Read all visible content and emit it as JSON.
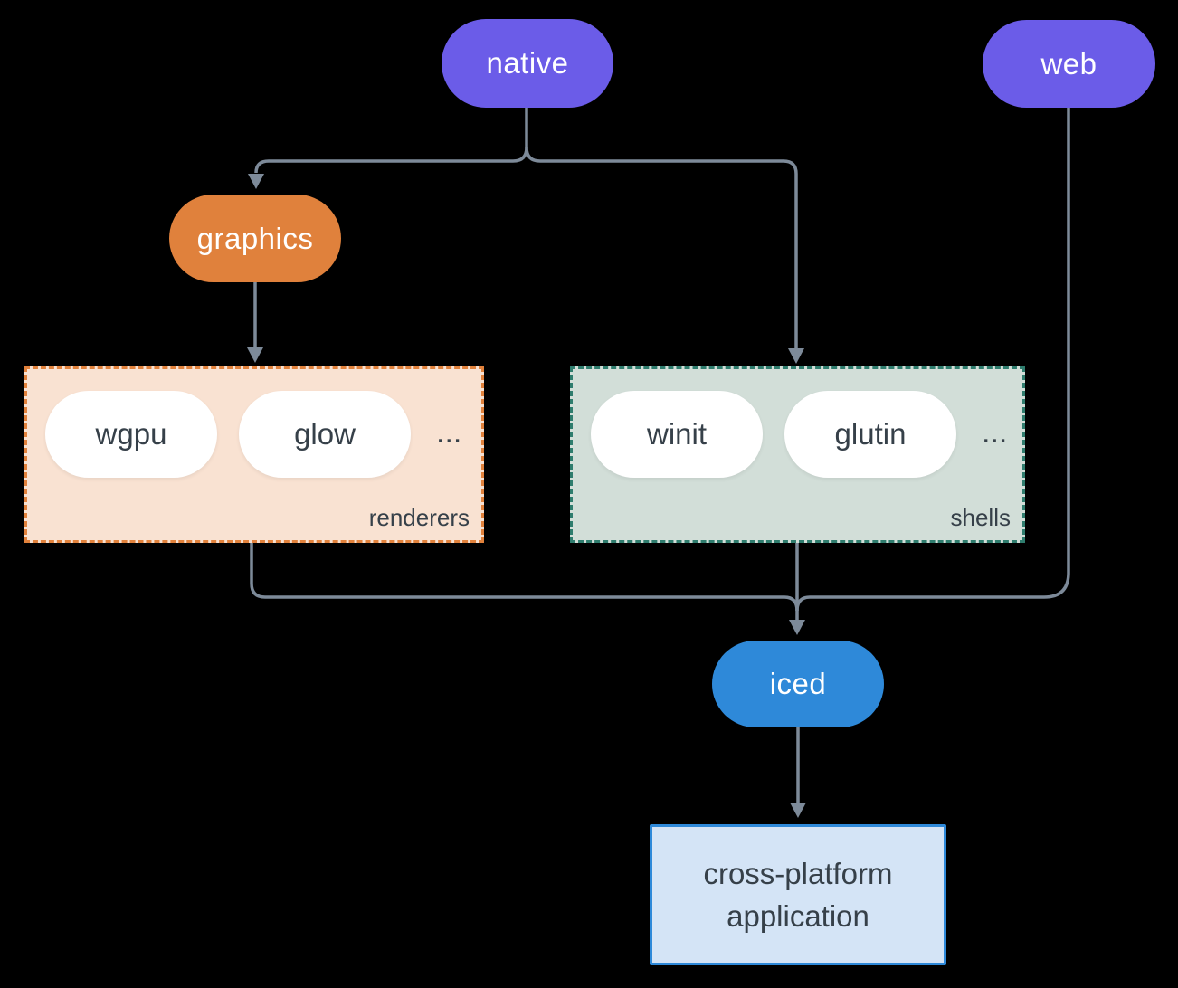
{
  "nodes": {
    "native": "native",
    "web": "web",
    "graphics": "graphics",
    "iced": "iced"
  },
  "groups": {
    "renderers": {
      "label": "renderers",
      "items": [
        "wgpu",
        "glow"
      ],
      "more": "..."
    },
    "shells": {
      "label": "shells",
      "items": [
        "winit",
        "glutin"
      ],
      "more": "..."
    }
  },
  "app": {
    "lines": [
      "cross-platform",
      "application"
    ]
  },
  "colors": {
    "bg": "#000000",
    "purple": "#6b5ce8",
    "orange": "#e0813c",
    "blue": "#2e89d9",
    "line": "#7d8a99",
    "ink": "#364049",
    "renderers-fill": "#f9e2d2",
    "renderers-border": "#e2823c",
    "shells-fill": "#d2ded8",
    "shells-border": "#2f7d6e",
    "app-fill": "#d4e4f6",
    "app-border": "#2e89d9"
  }
}
